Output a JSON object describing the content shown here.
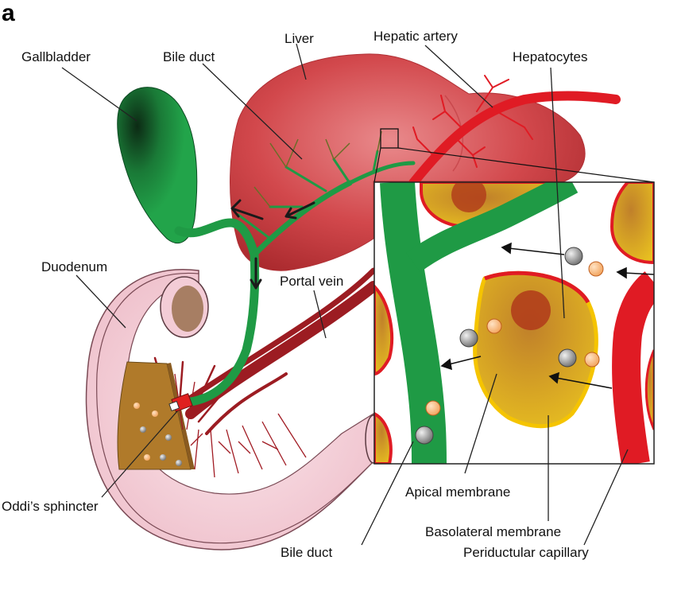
{
  "panel_letter": "a",
  "labels": {
    "gallbladder": "Gallbladder",
    "bile_duct_top": "Bile duct",
    "liver": "Liver",
    "hepatic_artery": "Hepatic artery",
    "hepatocytes": "Hepatocytes",
    "duodenum": "Duodenum",
    "portal_vein": "Portal vein",
    "oddis_sphincter": "Oddi’s sphincter",
    "apical_membrane": "Apical membrane",
    "basolateral_membrane": "Basolateral membrane",
    "periductular_capillary": "Periductular capillary",
    "bile_duct_bottom": "Bile duct"
  },
  "colors": {
    "liver": "#c83a3f",
    "bile": "#1f9a45",
    "artery": "#e01b24",
    "portal_vein": "#9c1c22",
    "duodenum": "#f6d3dc",
    "hepatocyte_fill": "#d89a1c",
    "hepatocyte_edge": "#f5c400"
  }
}
